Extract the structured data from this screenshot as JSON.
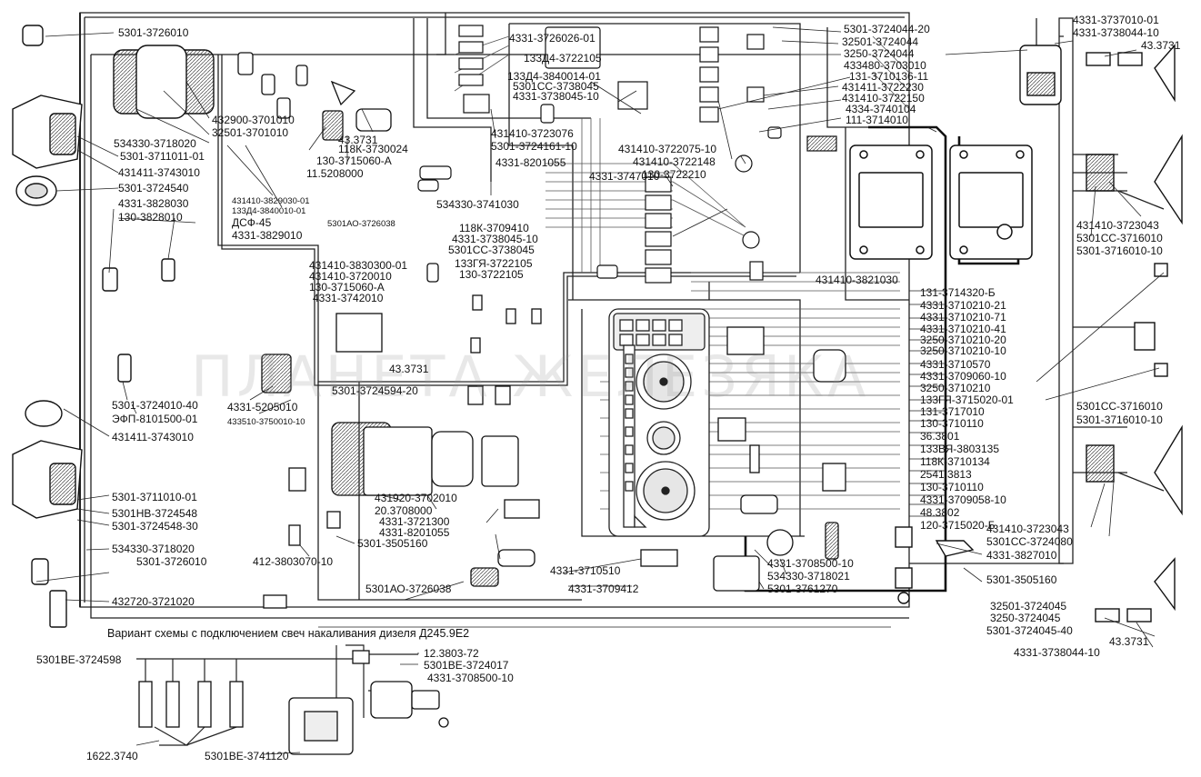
{
  "caption": "Вариант схемы   с подключением свеч накаливания дизеля Д245.9Е2",
  "watermark": "ПЛАНЕТА ЖЕЛЕЗЯКА",
  "colors": {
    "line": "#222222",
    "bundle": "#555555",
    "fill": "#ffffff",
    "shade": "#d9d9d9"
  },
  "labels": {
    "l001": "5301-3726010",
    "l002": "432900-3701010",
    "l003": "32501-3701010",
    "l004": "534330-3718020",
    "l005": "5301-3711011-01",
    "l006": "431411-3743010",
    "l007": "5301-3724540",
    "l008": "4331-3828030",
    "l009": "130-3828010",
    "l010": "43.3731",
    "l011": "118К-3730024",
    "l012": "130-3715060-А",
    "l013": "11.5208000",
    "l014": "431410-3829030-01",
    "l015": "133Д4-3840010-01",
    "l016": "ДСФ-45",
    "l017": "4331-3829010",
    "l018": "5301АО-3726038",
    "l019": "4331-3726026-01",
    "l020": "133Д4-3722105",
    "l021": "133Д4-3840014-01",
    "l022": "5301СС-3738045",
    "l023": "4331-3738045-10",
    "l024": "431410-3723076",
    "l025": "5301-3724161-10",
    "l026": "4331-8201055",
    "l027": "534330-3741030",
    "l028": "5301-3724044-20",
    "l029": "32501-3724044",
    "l030": "3250-3724044",
    "l031": "433480-3703010",
    "l032": "131-3710136-11",
    "l033": "431411-3722230",
    "l034": "431410-3722150",
    "l035": "4334-3740104",
    "l036": "111-3714010",
    "l037": "431410-3722075-10",
    "l038": "431410-3722148",
    "l039": "4331-3747010",
    "l040": "130-3722210",
    "l041": "4331-3737010-01",
    "l042": "4331-3738044-10",
    "l043": "43.3731",
    "l044": "118К-3709410",
    "l045": "4331-3738045-10",
    "l046": "5301СС-3738045",
    "l047": "133ГЯ-3722105",
    "l048": "130-3722105",
    "l049": "431410-3830300-01",
    "l050": "431410-3720010",
    "l051": "130-3715060-А",
    "l052": "4331-3742010",
    "l053": "431410-3723043",
    "l054": "5301СС-3716010",
    "l055": "5301-3716010-10",
    "l056": "431410-3821030",
    "l057": "131-3714320-Б",
    "l058": "4331-3710210-21",
    "l059": "4331-3710210-71",
    "l060": "4331-3710210-41",
    "l061": "3250-3710210-20",
    "l062": "3250-3710210-10",
    "l063": "4331-3710570",
    "l064": "4331-3709060-10",
    "l065": "3250-3710210",
    "l066": "133ГЯ-3715020-01",
    "l067": "131-3717010",
    "l068": "130-3710110",
    "l069": "36.3801",
    "l070": "133ВЯ-3803135",
    "l071": "118К-3710134",
    "l072": "2541.3813",
    "l073": "130-3710110",
    "l074": "4331-3709058-10",
    "l075": "48.3802",
    "l076": "120-3715020-Б",
    "l077": "5301СС-3716010",
    "l078": "5301-3716010-10",
    "l079": "5301-3724010-40",
    "l080": "ЭФП-8101500-01",
    "l081": "4331-5205010",
    "l082": "433510-3750010-10",
    "l083": "43.3731",
    "l084": "5301-3724594-20",
    "l085": "431411-3743010",
    "l086": "5301-3711010-01",
    "l087": "5301НВ-3724548",
    "l088": "5301-3724548-30",
    "l089": "431920-3702010",
    "l090": "20.3708000",
    "l091": "4331-3721300",
    "l092": "4331-8201055",
    "l093": "5301-3505160",
    "l094": "412-3803070-10",
    "l095": "534330-3718020",
    "l096": "5301-3726010",
    "l097": "432720-3721020",
    "l098": "5301АО-3726038",
    "l099": "4331-3710510",
    "l100": "4331-3709412",
    "l101": "4331-3708500-10",
    "l102": "534330-3718021",
    "l103": "5301-3761270",
    "l104": "431410-3723043",
    "l105": "5301СС-3724080",
    "l106": "4331-3827010",
    "l107": "5301-3505160",
    "l108": "32501-3724045",
    "l109": "3250-3724045",
    "l110": "5301-3724045-40",
    "l111": "43.3731",
    "l112": "4331-3738044-10",
    "l113": "5301ВЕ-3724598",
    "l114": "12.3803-72",
    "l115": "5301ВЕ-3724017",
    "l116": "4331-3708500-10",
    "l117": "1622.3740",
    "l118": "5301ВЕ-3741120"
  }
}
